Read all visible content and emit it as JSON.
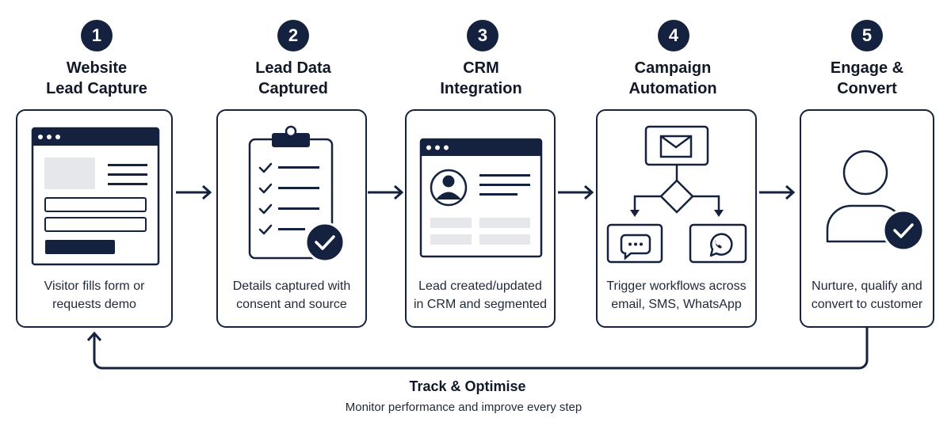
{
  "steps": [
    {
      "number": "1",
      "title_line1": "Website",
      "title_line2": "Lead Capture",
      "desc_line1": "Visitor fills form or",
      "desc_line2": "requests demo",
      "icon": "web-form-icon"
    },
    {
      "number": "2",
      "title_line1": "Lead Data",
      "title_line2": "Captured",
      "desc_line1": "Details captured with",
      "desc_line2": "consent and source",
      "icon": "clipboard-checklist-icon"
    },
    {
      "number": "3",
      "title_line1": "CRM",
      "title_line2": "Integration",
      "desc_line1": "Lead created/updated",
      "desc_line2": "in CRM and segmented",
      "icon": "crm-profile-icon"
    },
    {
      "number": "4",
      "title_line1": "Campaign",
      "title_line2": "Automation",
      "desc_line1": "Trigger workflows across",
      "desc_line2": "email, SMS, WhatsApp",
      "icon": "workflow-icon"
    },
    {
      "number": "5",
      "title_line1": "Engage &",
      "title_line2": "Convert",
      "desc_line1": "Nurture, qualify and",
      "desc_line2": "convert to customer",
      "icon": "user-check-icon"
    }
  ],
  "footer": {
    "title": "Track & Optimise",
    "subtitle": "Monitor performance and improve every step"
  },
  "colors": {
    "navy": "#15223f",
    "light_gray": "#e5e7eb"
  }
}
